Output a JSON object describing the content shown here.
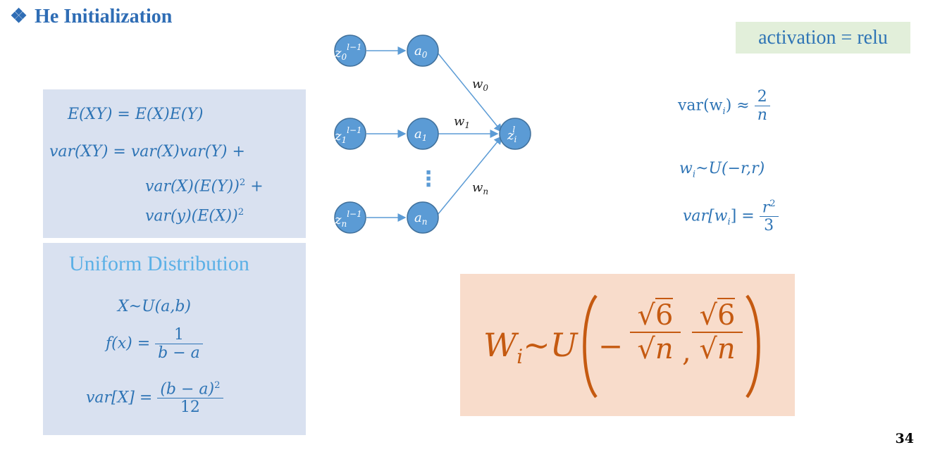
{
  "slide": {
    "title": "He Initialization",
    "bullet": "❖",
    "page_number": "34",
    "activation_label": "activation = relu"
  },
  "left_panel": {
    "eq1": "E(XY) = E(X)E(Y)",
    "eq2_a": "var(XY) = var(X)var(Y) +",
    "eq2_b": "var(X)(E(Y))",
    "eq2_b_sup": "2",
    "eq2_b_end": " +",
    "eq2_c": "var(y)(E(X))",
    "eq2_c_sup": "2"
  },
  "uniform_panel": {
    "heading": "Uniform Distribution",
    "eq1": "X~U(a,b)",
    "eq2_lhs": "f(x) =",
    "eq2_num": "1",
    "eq2_den": "b − a",
    "eq3_lhs": "var[X] =",
    "eq3_num": "(b − a)",
    "eq3_num_sup": "2",
    "eq3_den": "12"
  },
  "network": {
    "inputs": [
      {
        "base": "z",
        "sub": "0",
        "sup": "l−1"
      },
      {
        "base": "z",
        "sub": "1",
        "sup": "l−1"
      },
      {
        "base": "z",
        "sub": "n",
        "sup": "l−1"
      }
    ],
    "activations": [
      {
        "base": "a",
        "sub": "0"
      },
      {
        "base": "a",
        "sub": "1"
      },
      {
        "base": "a",
        "sub": "n"
      }
    ],
    "output": {
      "base": "z",
      "sub": "i",
      "sup": "l"
    },
    "weights": [
      {
        "base": "w",
        "sub": "0"
      },
      {
        "base": "w",
        "sub": "1"
      },
      {
        "base": "w",
        "sub": "n"
      }
    ],
    "ellipsis": "⋮",
    "node_fill": "#5B9BD5",
    "node_stroke": "#41719C"
  },
  "right_eqs": {
    "var_lhs": "var(w",
    "var_lhs_sub": "i",
    "var_lhs_end": ") ≈",
    "var_num": "2",
    "var_den": "n",
    "dist": "w",
    "dist_sub": "i",
    "dist_end": "~U(−r,r)",
    "var2_lhs": "var[w",
    "var2_lhs_sub": "i",
    "var2_lhs_end": "] =",
    "var2_num": "r",
    "var2_num_sup": "2",
    "var2_den": "3"
  },
  "result": {
    "lhs": "W",
    "lhs_sub": "i",
    "mid": "~U",
    "minus": "−",
    "num": "6",
    "den": "n",
    "comma": ","
  },
  "colors": {
    "title": "#2F6DB5",
    "math": "#2E74B5",
    "panel": "#D9E1F0",
    "activation_box": "#E2EFDA",
    "result_box": "#F8DCCB",
    "result_text": "#C55A11",
    "heading_light": "#5BB0E6"
  }
}
